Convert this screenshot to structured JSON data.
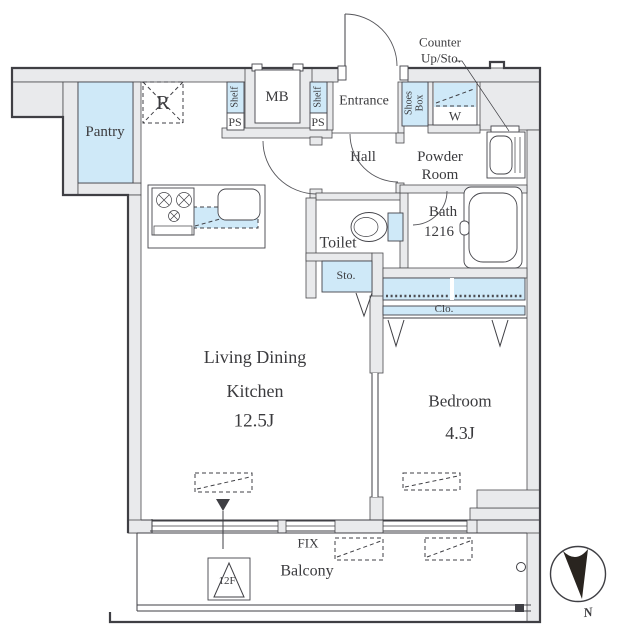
{
  "labels": {
    "pantry": "Pantry",
    "refrigerator_space": "R",
    "shelf_left": "Shelf",
    "shelf_right": "Shelf",
    "ps_left": "PS",
    "ps_right": "PS",
    "meter_box": "MB",
    "entrance": "Entrance",
    "shoes_box_line1": "Shoes",
    "shoes_box_line2": "Box",
    "washer": "W",
    "counter_note_line1": "Counter",
    "counter_note_line2": "Up/Sto.",
    "powder_room_line1": "Powder",
    "powder_room_line2": "Room",
    "hall": "Hall",
    "toilet": "Toilet",
    "bath_line1": "Bath",
    "bath_line2": "1216",
    "storage": "Sto.",
    "closet": "Clo.",
    "ldk_line1": "Living Dining",
    "ldk_line2": "Kitchen",
    "ldk_size": "12.5J",
    "bedroom": "Bedroom",
    "bedroom_size": "4.3J",
    "fix_window": "FIX",
    "balcony": "Balcony",
    "floor_marker": "12F",
    "compass_north": "N"
  },
  "colors": {
    "wall_fill": "#e9eaec",
    "accent_blue": "#cfe9f8",
    "line": "#3f3f44",
    "compass_needle": "#29241f"
  }
}
